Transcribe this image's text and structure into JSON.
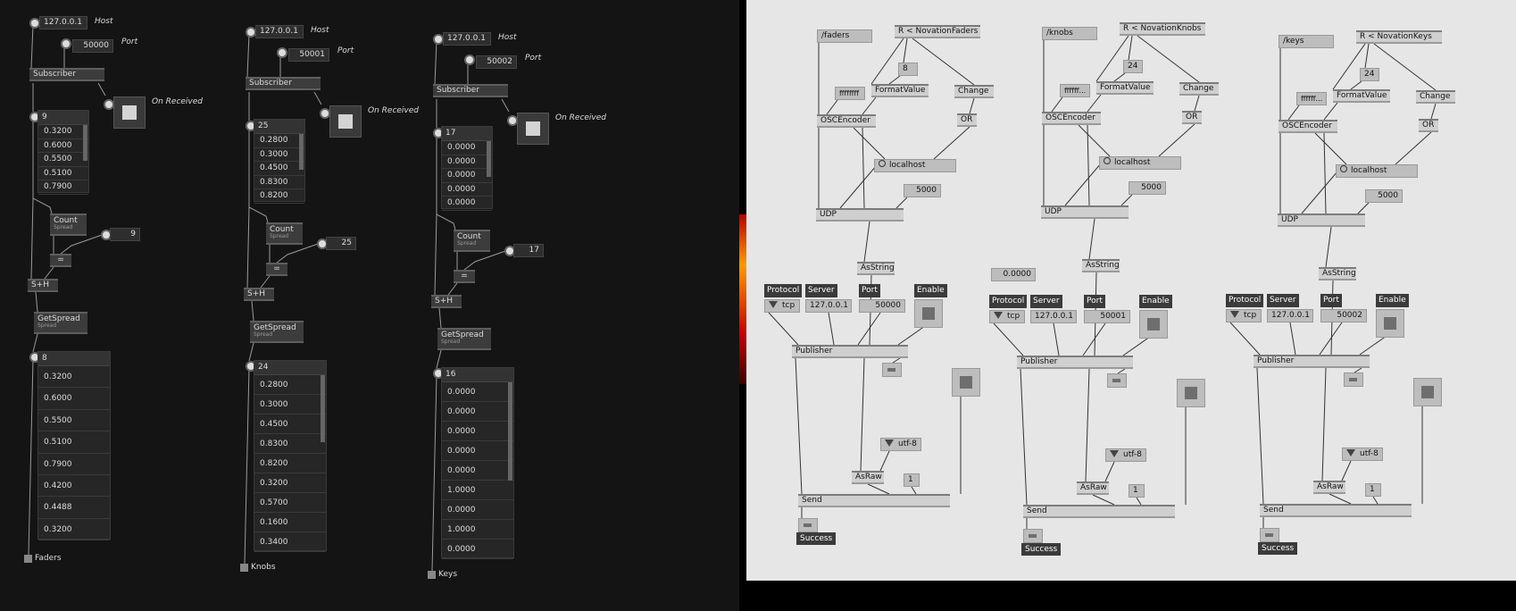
{
  "left": {
    "patches": [
      {
        "host": "127.0.0.1",
        "host_label": "Host",
        "port": "50000",
        "port_label": "Port",
        "subscriber": "Subscriber",
        "on_received": "On Received",
        "spread_count": "9",
        "spread_values": [
          "0.3200",
          "0.6000",
          "0.5500",
          "0.5100",
          "0.7900"
        ],
        "count": "Count",
        "count_sub": "Spread",
        "count_value": "9",
        "eq": "=",
        "sh": "S+H",
        "getspread": "GetSpread",
        "getspread_sub": "Spread",
        "out_count": "8",
        "out_values": [
          "0.3200",
          "0.6000",
          "0.5500",
          "0.5100",
          "0.7900",
          "0.4200",
          "0.4488",
          "0.3200"
        ],
        "output": "Faders"
      },
      {
        "host": "127.0.0.1",
        "host_label": "Host",
        "port": "50001",
        "port_label": "Port",
        "subscriber": "Subscriber",
        "on_received": "On Received",
        "spread_count": "25",
        "spread_values": [
          "0.2800",
          "0.3000",
          "0.4500",
          "0.8300",
          "0.8200"
        ],
        "count": "Count",
        "count_sub": "Spread",
        "count_value": "25",
        "eq": "=",
        "sh": "S+H",
        "getspread": "GetSpread",
        "getspread_sub": "Spread",
        "out_count": "24",
        "out_values": [
          "0.2800",
          "0.3000",
          "0.4500",
          "0.8300",
          "0.8200",
          "0.3200",
          "0.5700",
          "0.1600",
          "0.3400"
        ],
        "output": "Knobs"
      },
      {
        "host": "127.0.0.1",
        "host_label": "Host",
        "port": "50002",
        "port_label": "Port",
        "subscriber": "Subscriber",
        "on_received": "On Received",
        "spread_count": "17",
        "spread_values": [
          "0.0000",
          "0.0000",
          "0.0000",
          "0.0000",
          "0.0000"
        ],
        "count": "Count",
        "count_sub": "Spread",
        "count_value": "17",
        "eq": "=",
        "sh": "S+H",
        "getspread": "GetSpread",
        "getspread_sub": "Spread",
        "out_count": "16",
        "out_values": [
          "0.0000",
          "0.0000",
          "0.0000",
          "0.0000",
          "0.0000",
          "1.0000",
          "0.0000",
          "1.0000",
          "0.0000"
        ],
        "output": "Keys"
      }
    ]
  },
  "right": {
    "stray_value": "0.0000",
    "patches": [
      {
        "address": "/faders",
        "receiver": "R < NovationFaders",
        "format_in": "8",
        "hex": "ffffffff",
        "formatvalue": "FormatValue",
        "change": "Change",
        "or": "OR",
        "oscencoder": "OSCEncoder",
        "localhost": "localhost",
        "udp_port": "5000",
        "udp": "UDP",
        "asstring": "AsString",
        "protocol_label": "Protocol",
        "protocol": "tcp",
        "server_label": "Server",
        "server": "127.0.0.1",
        "port_label": "Port",
        "port": "50000",
        "enable_label": "Enable",
        "publisher": "Publisher",
        "encoding": "utf-8",
        "asraw": "AsRaw",
        "one": "1",
        "send": "Send",
        "success": "Success"
      },
      {
        "address": "/knobs",
        "receiver": "R < NovationKnobs",
        "format_in": "24",
        "hex": "ffffff...",
        "formatvalue": "FormatValue",
        "change": "Change",
        "or": "OR",
        "oscencoder": "OSCEncoder",
        "localhost": "localhost",
        "udp_port": "5000",
        "udp": "UDP",
        "asstring": "AsString",
        "protocol_label": "Protocol",
        "protocol": "tcp",
        "server_label": "Server",
        "server": "127.0.0.1",
        "port_label": "Port",
        "port": "50001",
        "enable_label": "Enable",
        "publisher": "Publisher",
        "encoding": "utf-8",
        "asraw": "AsRaw",
        "one": "1",
        "send": "Send",
        "success": "Success"
      },
      {
        "address": "/keys",
        "receiver": "R < NovationKeys",
        "format_in": "24",
        "hex": "ffffff...",
        "formatvalue": "FormatValue",
        "change": "Change",
        "or": "OR",
        "oscencoder": "OSCEncoder",
        "localhost": "localhost",
        "udp_port": "5000",
        "udp": "UDP",
        "asstring": "AsString",
        "protocol_label": "Protocol",
        "protocol": "tcp",
        "server_label": "Server",
        "server": "127.0.0.1",
        "port_label": "Port",
        "port": "50002",
        "enable_label": "Enable",
        "publisher": "Publisher",
        "encoding": "utf-8",
        "asraw": "AsRaw",
        "one": "1",
        "send": "Send",
        "success": "Success"
      }
    ]
  }
}
